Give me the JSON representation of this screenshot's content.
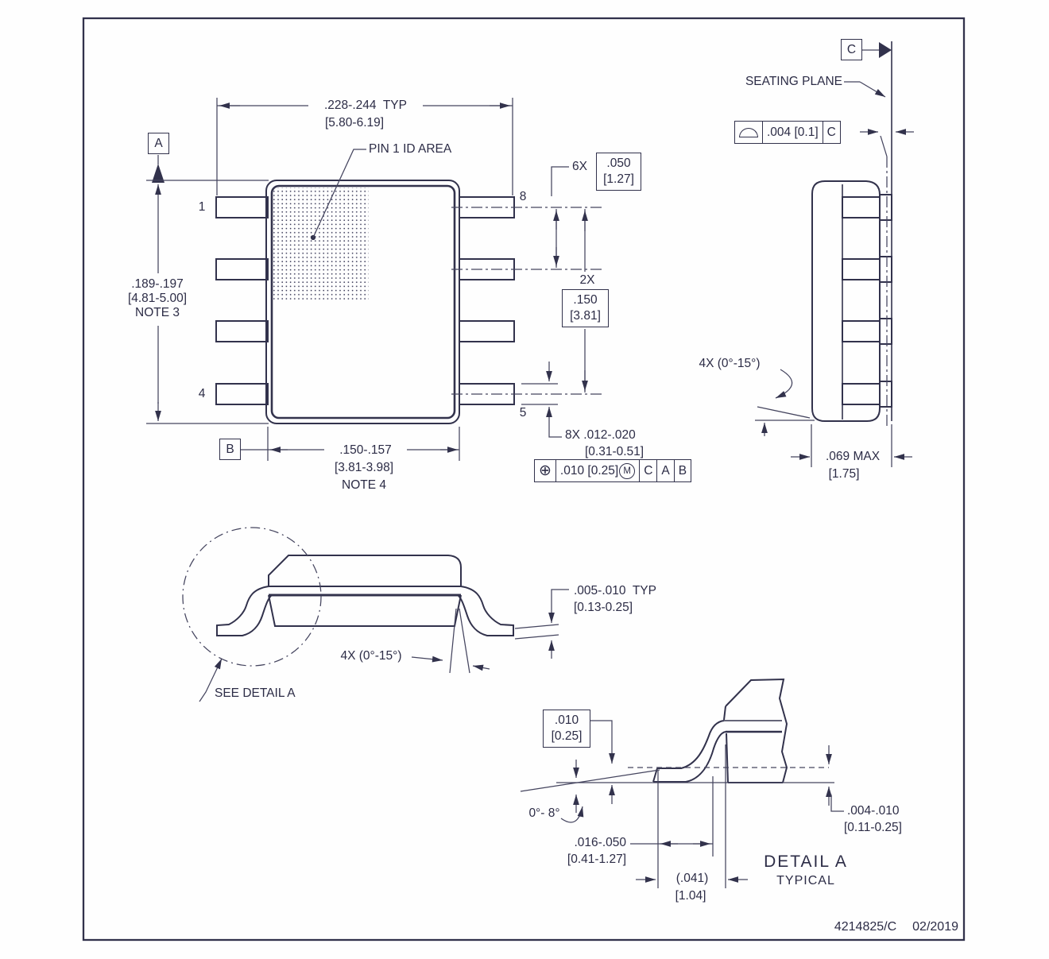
{
  "ink_color": "#32324c",
  "top_view": {
    "dim_width_1": ".228-.244  TYP",
    "dim_width_2": "[5.80-6.19]",
    "pin1_id_label": "PIN 1 ID AREA",
    "datum_a": "A",
    "datum_b": "B",
    "dim_height_1": ".189-.197",
    "dim_height_2": "[4.81-5.00]",
    "dim_height_3": "NOTE 3",
    "dim_body_1": ".150-.157",
    "dim_body_2": "[3.81-3.98]",
    "dim_body_3": "NOTE 4",
    "pin_label_1": "1",
    "pin_label_4": "4",
    "pin_label_8": "8",
    "pin_label_5": "5",
    "pitch_prefix": "6X",
    "pitch_1": ".050",
    "pitch_2": "[1.27]",
    "span_prefix": "2X",
    "span_1": ".150",
    "span_2": "[3.81]",
    "lead_width_1": "8X .012-.020",
    "lead_width_2": "[0.31-0.51]",
    "fcf": {
      "symbol": "⊕",
      "symbol_name": "position-tolerance-icon",
      "tolerance": ".010 [0.25]",
      "modifier": "M",
      "datums": [
        "C",
        "A",
        "B"
      ]
    }
  },
  "side_view": {
    "datum_c": "C",
    "seating_plane_label": "SEATING PLANE",
    "flatness": {
      "symbol_name": "surface-profile-icon",
      "tolerance": ".004 [0.1]",
      "datum": "C"
    },
    "lead_angle": "4X (0°-15°)",
    "dim_thickness_1": ".069 MAX",
    "dim_thickness_2": "[1.75]"
  },
  "front_view": {
    "see_detail_label": "SEE DETAIL A",
    "lead_angle": "4X (0°-15°)",
    "dim_standoff_1": ".005-.010  TYP",
    "dim_standoff_2": "[0.13-0.25]"
  },
  "detail_a": {
    "dim_boxed_1": ".010",
    "dim_boxed_2": "[0.25]",
    "angle": "0°- 8°",
    "dim_right_1": ".004-.010",
    "dim_right_2": "[0.11-0.25]",
    "dim_foot_1": ".016-.050",
    "dim_foot_2": "[0.41-1.27]",
    "dim_ref_1": "(.041)",
    "dim_ref_2": "[1.04]",
    "title": "DETAIL A",
    "subtitle": "TYPICAL"
  },
  "title_block": {
    "doc_number": "4214825/C",
    "date": "02/2019"
  }
}
